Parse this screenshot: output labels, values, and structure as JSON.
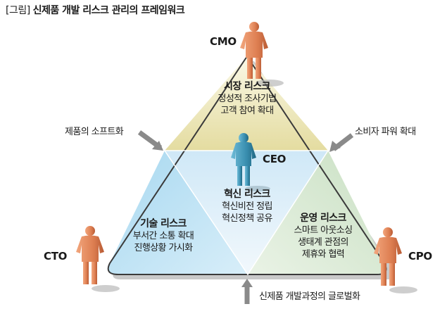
{
  "title": {
    "prefix": "[그림]",
    "main": "신제품 개발 리스크 관리의 프레임워크"
  },
  "roles": {
    "top": "CMO",
    "center": "CEO",
    "left": "CTO",
    "right": "CPO"
  },
  "segments": {
    "market": {
      "title": "시장 리스크",
      "lines": [
        "정성적 조사기법",
        "고객 참여 확대"
      ]
    },
    "innovation": {
      "title": "혁신 리스크",
      "lines": [
        "혁신비전 정립",
        "혁신정책 공유"
      ]
    },
    "technology": {
      "title": "기술 리스크",
      "lines": [
        "부서간 소통 확대",
        "진행상황 가시화"
      ]
    },
    "operation": {
      "title": "운영 리스크",
      "lines": [
        "스마트 아웃소싱",
        "생태계 관점의",
        "제휴와 협력"
      ]
    }
  },
  "forces": {
    "left": "제품의 소프트화",
    "right": "소비자 파워 확대",
    "bottom": "신제품 개발과정의 글로벌화"
  },
  "colors": {
    "market_fill": "#ece6b0",
    "innovation_fill": "#dbeefa",
    "technology_fill": "#bfe3f5",
    "operation_fill": "#dcebd6",
    "outline": "#3a3a3a",
    "person_body": "#e48a5c",
    "ceo_body": "#3f94b3",
    "arrow": "#8a8a8a"
  }
}
